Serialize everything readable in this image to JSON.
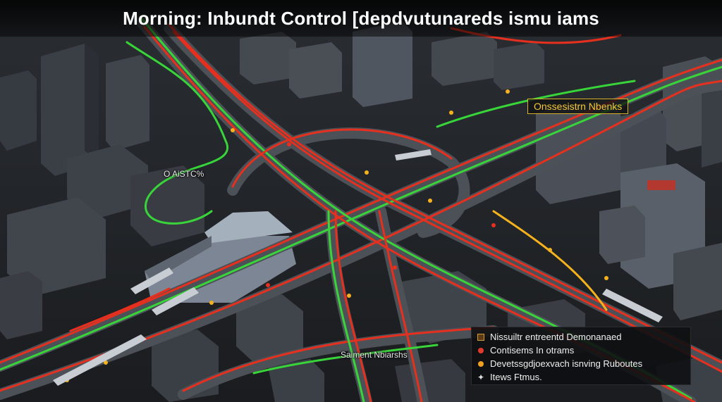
{
  "title": "Morning: Inbundt Control [depdvutunareds ismu iams",
  "labels": {
    "callout": "Onssesistrn Nbenks",
    "west": "O AiSTC%",
    "bottom": "Saiment Nbiarshs"
  },
  "legend": {
    "items": [
      {
        "label": "Nissuiltr entreentd Demonanaed",
        "marker": "box-icon",
        "color": "#d69a36"
      },
      {
        "label": "Contisems In otrams",
        "marker": "red-dot-icon",
        "color": "#e23b2e"
      },
      {
        "label": "Devetssgdjoexvach isnving Ruboutes",
        "marker": "orange-dot-icon",
        "color": "#f0a020"
      },
      {
        "label": "Itews Ftmus.",
        "marker": "star-icon",
        "color": "#e0e0e0"
      }
    ]
  },
  "colors": {
    "congested": "#e5301f",
    "free_flow": "#38d43a",
    "incident": "#f6b21c",
    "callout_border": "#d8b12a"
  }
}
